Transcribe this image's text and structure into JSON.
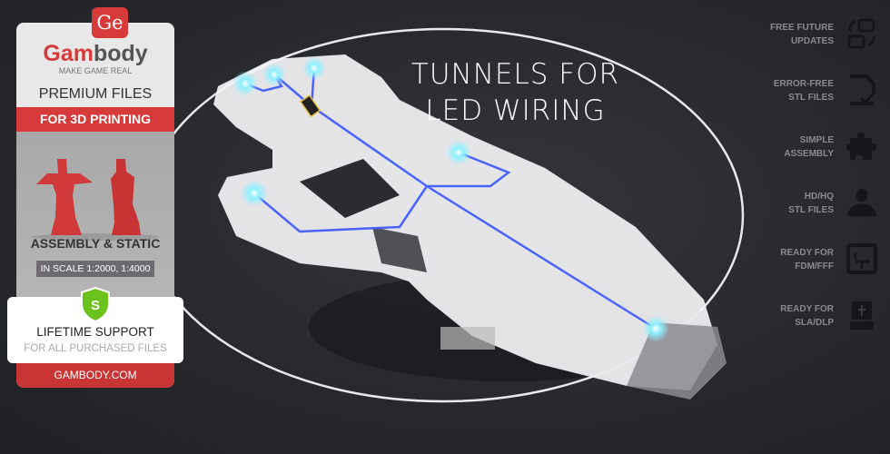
{
  "headline": {
    "line1": "TUNNELS FOR",
    "line2": "LED WIRING"
  },
  "panel": {
    "logo_badge": "Ge",
    "brand_red": "Gam",
    "brand_rest": "body",
    "tagline": "MAKE GAME REAL",
    "premium": "PREMIUM FILES",
    "for_3d": "FOR 3D PRINTING",
    "assembly": "ASSEMBLY & STATIC",
    "scale": "IN SCALE 1:2000, 1:4000",
    "shield_letter": "S",
    "support_title": "LIFETIME SUPPORT",
    "support_sub": "FOR ALL PURCHASED FILES",
    "site": "GAMBODY.COM"
  },
  "features": [
    {
      "l1": "FREE FUTURE",
      "l2": "UPDATES",
      "icon": "update-icon"
    },
    {
      "l1": "ERROR-FREE",
      "l2": "STL FILES",
      "icon": "file-check-icon"
    },
    {
      "l1": "SIMPLE",
      "l2": "ASSEMBLY",
      "icon": "puzzle-icon"
    },
    {
      "l1": "HD/HQ",
      "l2": "STL FILES",
      "icon": "figure-icon"
    },
    {
      "l1": "READY FOR",
      "l2": "FDM/FFF",
      "icon": "fdm-printer-icon"
    },
    {
      "l1": "READY FOR",
      "l2": "SLA/DLP",
      "icon": "sla-printer-icon"
    }
  ],
  "colors": {
    "brand_red": "#d63a3a",
    "led_blue": "#4a63ff",
    "glow": "#8ff0ff"
  }
}
